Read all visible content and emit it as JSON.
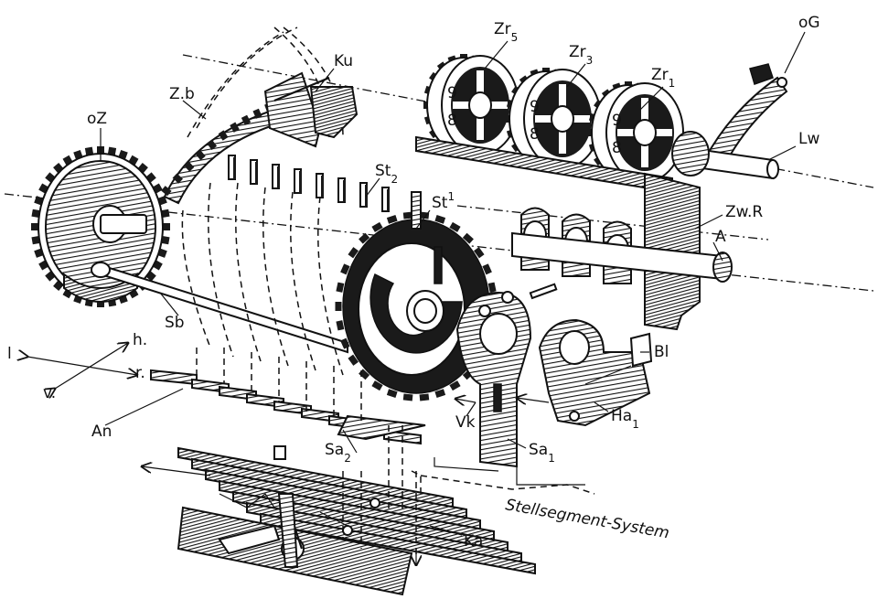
{
  "labels": {
    "zr5": "Zr",
    "zr5_sub": "5",
    "zr3": "Zr",
    "zr3_sub": "3",
    "zr1": "Zr",
    "zr1_sub": "1",
    "og": "oG",
    "ku": "Ku",
    "zb": "Z.b",
    "oz": "oZ",
    "st2": "St",
    "st2_sub": "2",
    "st1": "St",
    "st1_sub": "1",
    "lw": "Lw",
    "zwr": "Zw.R",
    "a": "A",
    "sb": "Sb",
    "bl": "Bl",
    "h": "h.",
    "l": "l",
    "r": "r.",
    "v": "v.",
    "an": "An",
    "vk": "Vk",
    "ha1": "Ha",
    "ha1_sub": "1",
    "sa2": "Sa",
    "sa2_sub": "2",
    "sa1": "Sa",
    "sa1_sub": "1",
    "ka": "Ka",
    "stellsegment": "Stellsegment-System"
  },
  "digits": {
    "zr5_upper": "9",
    "zr5_lower": "8",
    "zr3_upper": "9",
    "zr3_lower": "8",
    "zr1_upper": "9",
    "zr1_lower": "8"
  }
}
